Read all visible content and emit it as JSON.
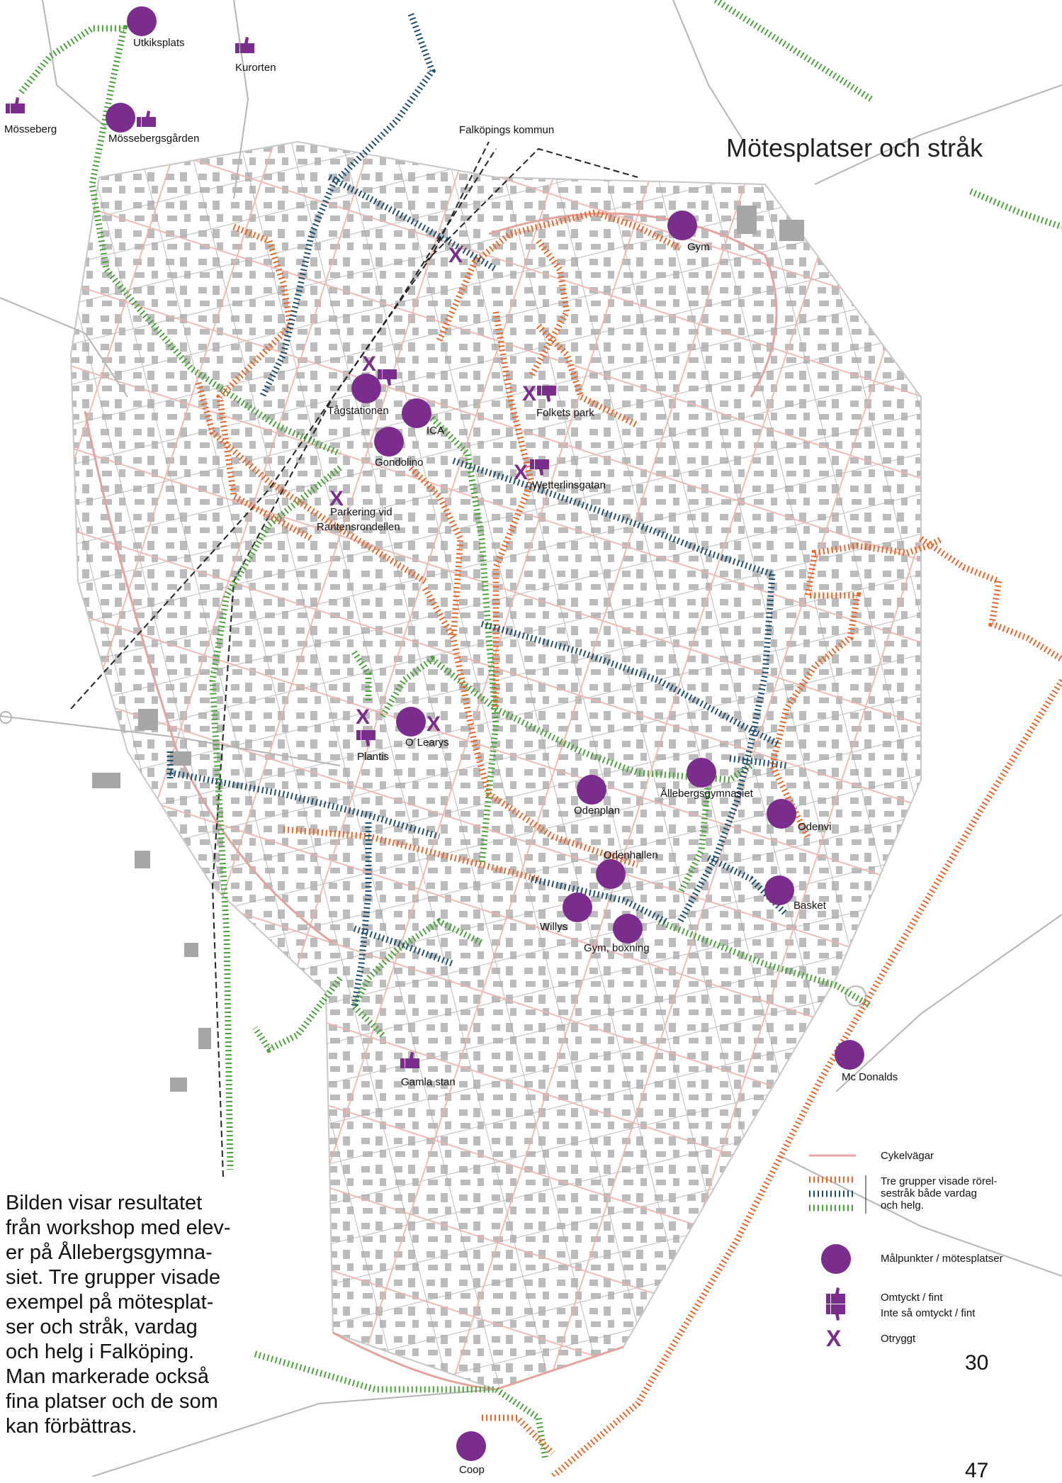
{
  "title": "Mötesplatser och stråk",
  "colors": {
    "meeting_point": "#7b2d8e",
    "cycle_road": "#e8a7a1",
    "route_orange": "#e8662a",
    "route_blue": "#1d4e6f",
    "route_green": "#4aa23a",
    "building": "#a6a6a6",
    "street": "#b8b8b8"
  },
  "places": {
    "utkiksplats": "Utkiksplats",
    "kurorten": "Kurorten",
    "mosseberg": "Mösseberg",
    "mossebergsgarden": "Mössebergsgården",
    "falkopings_kommun": "Falköpings kommun",
    "gym": "Gym",
    "tagstationen": "Tågstationen",
    "ica": "ICA",
    "folkets_park": "Folkets park",
    "gondolino": "Gondolino",
    "wetterlinsgatan": "Wetterlinsgatan",
    "parkering_line1": "Parkering vid",
    "parkering_line2": "Rantensrondellen",
    "plantis": "Plantis",
    "olearys": "O´Learys",
    "odenplan": "Odenplan",
    "allebergsgymnasiet": "Ållebergsgymnasiet",
    "odenvi": "Odenvi",
    "odenhallen": "Odenhallen",
    "basket": "Basket",
    "willys": "Willys",
    "gym_boxning": "Gym, boxning",
    "mc_donalds": "Mc Donalds",
    "gamla_stan": "Gamla stan",
    "coop": "Coop"
  },
  "icons": {
    "meeting_point": "purple-circle",
    "liked": "thumbs-up-icon",
    "disliked": "thumbs-down-icon",
    "unsafe": "x-mark"
  },
  "unsafe_mark": "X",
  "intro": "Bilden visar resultatet\nfrån workshop med elev-\ner på Ållebergsgymna-\nsiet. Tre grupper visade\nexempel på mötesplat-\nser och stråk, vardag\noch helg i Falköping.\nMan markerade också\nfina platser och de som\nkan förbättras.",
  "legend": {
    "cycle_roads": "Cykelvägar",
    "routes": "Tre grupper visade rörel-\nsestråk både vardag\noch helg.",
    "meeting_points": "Målpunkter / mötesplatser",
    "liked": "Omtyckt / fint",
    "disliked": "Inte så omtyckt / fint",
    "unsafe": "Otryggt"
  },
  "page_number": "30",
  "page_number_2": "47"
}
